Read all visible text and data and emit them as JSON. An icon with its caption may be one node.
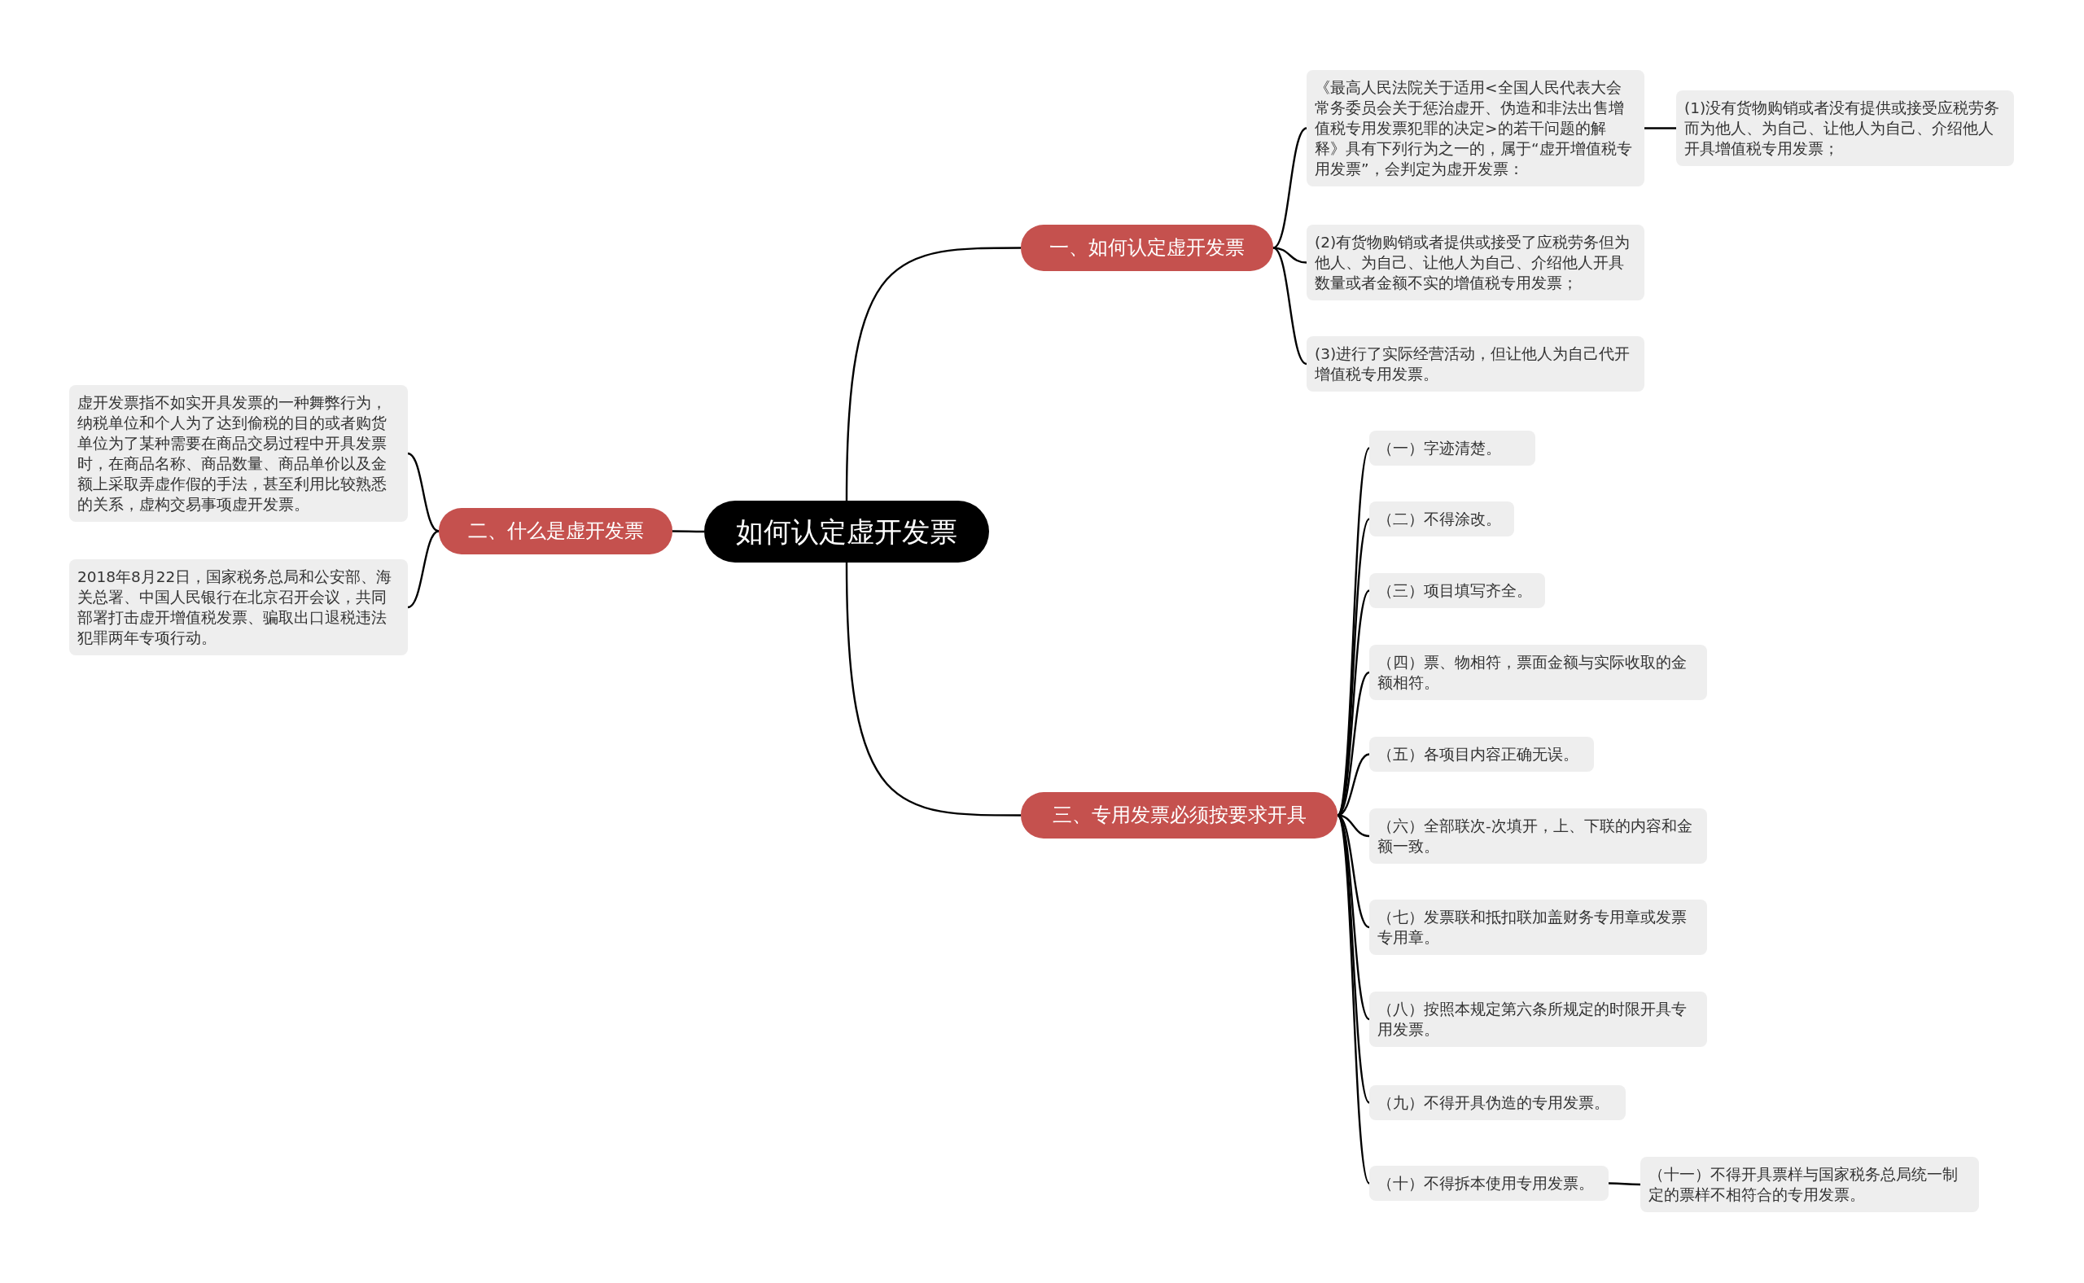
{
  "diagram": {
    "nodes": [
      {
        "text": [
          "如何认定虚开发票"
        ]
      },
      {
        "text": [
          "一、如何认定虚开发票"
        ]
      },
      {
        "text": [
          "《最高人民法院关于适用<全国人民代表大会常务委员会关于惩治虚开、伪造和非法出售增值税专用发票犯罪的决定>的若干问题的解释》具有下列行为之一的，属于“虚开增值税专用发票”，会判定为虚开发票："
        ]
      },
      {
        "text": [
          "(1)没有货物购销或者没有提供或接受应税劳务而为他人、为自己、让他人为自己、介绍他人开具增值税专用发票；"
        ]
      },
      {
        "text": [
          "(2)有货物购销或者提供或接受了应税劳务但为他人、为自己、让他人为自己、介绍他人开具数量或者金额不实的增值税专用发票；"
        ]
      },
      {
        "text": [
          "(3)进行了实际经营活动，但让他人为自己代开增值税专用发票。"
        ]
      },
      {
        "text": [
          "二、什么是虚开发票"
        ]
      },
      {
        "text": [
          "虚开发票指不如实开具发票的一种舞弊行为，纳税单位和个人为了达到偷税的目的或者购货单位为了某种需要在商品交易过程中开具发票时，在商品名称、商品数量、商品单价以及金额上采取弄虚作假的手法，甚至利用比较熟悉的关系，虚构交易事项虚开发票。"
        ]
      },
      {
        "text": [
          "2018年8月22日，国家税务总局和公安部、海关总署、中国人民银行在北京召开会议，共同部署打击虚开增值税发票、骗取出口退税违法犯罪两年专项行动。"
        ]
      },
      {
        "text": [
          "三、专用发票必须按要求开具"
        ]
      },
      {
        "text": [
          "（一）字迹清楚。"
        ]
      },
      {
        "text": [
          "（二）不得涂改。"
        ]
      },
      {
        "text": [
          "（三）项目填写齐全。"
        ]
      },
      {
        "text": [
          "（四）票、物相符，票面金额与实际收取的金额相符。"
        ]
      },
      {
        "text": [
          "（五）各项目内容正确无误。"
        ]
      },
      {
        "text": [
          "（六）全部联次-次填开，上、下联的内容和金额一致。"
        ]
      },
      {
        "text": [
          "（七）发票联和抵扣联加盖财务专用章或发票专用章。"
        ]
      },
      {
        "text": [
          "（八）按照本规定第六条所规定的时限开具专用发票。"
        ]
      },
      {
        "text": [
          "（九）不得开具伪造的专用发票。"
        ]
      },
      {
        "text": [
          "（十）不得拆本使用专用发票。"
        ]
      },
      {
        "text": [
          "（十一）不得开具票样与国家税务总局统一制定的票样不相符合的专用发票。"
        ]
      }
    ],
    "edges": [
      {
        "from": 0,
        "to": 1,
        "arrow": "none"
      },
      {
        "from": 1,
        "to": 2,
        "arrow": "none"
      },
      {
        "from": 2,
        "to": 3,
        "arrow": "none"
      },
      {
        "from": 1,
        "to": 4,
        "arrow": "none"
      },
      {
        "from": 1,
        "to": 5,
        "arrow": "none"
      },
      {
        "from": 0,
        "to": 6,
        "arrow": "none"
      },
      {
        "from": 6,
        "to": 7,
        "arrow": "none"
      },
      {
        "from": 6,
        "to": 8,
        "arrow": "none"
      },
      {
        "from": 0,
        "to": 9,
        "arrow": "none"
      },
      {
        "from": 9,
        "to": 10,
        "arrow": "none"
      },
      {
        "from": 9,
        "to": 11,
        "arrow": "none"
      },
      {
        "from": 9,
        "to": 12,
        "arrow": "none"
      },
      {
        "from": 9,
        "to": 13,
        "arrow": "none"
      },
      {
        "from": 9,
        "to": 14,
        "arrow": "none"
      },
      {
        "from": 9,
        "to": 15,
        "arrow": "none"
      },
      {
        "from": 9,
        "to": 16,
        "arrow": "none"
      },
      {
        "from": 9,
        "to": 17,
        "arrow": "none"
      },
      {
        "from": 9,
        "to": 18,
        "arrow": "none"
      },
      {
        "from": 9,
        "to": 19,
        "arrow": "none"
      },
      {
        "from": 19,
        "to": 20,
        "arrow": "none"
      }
    ]
  }
}
